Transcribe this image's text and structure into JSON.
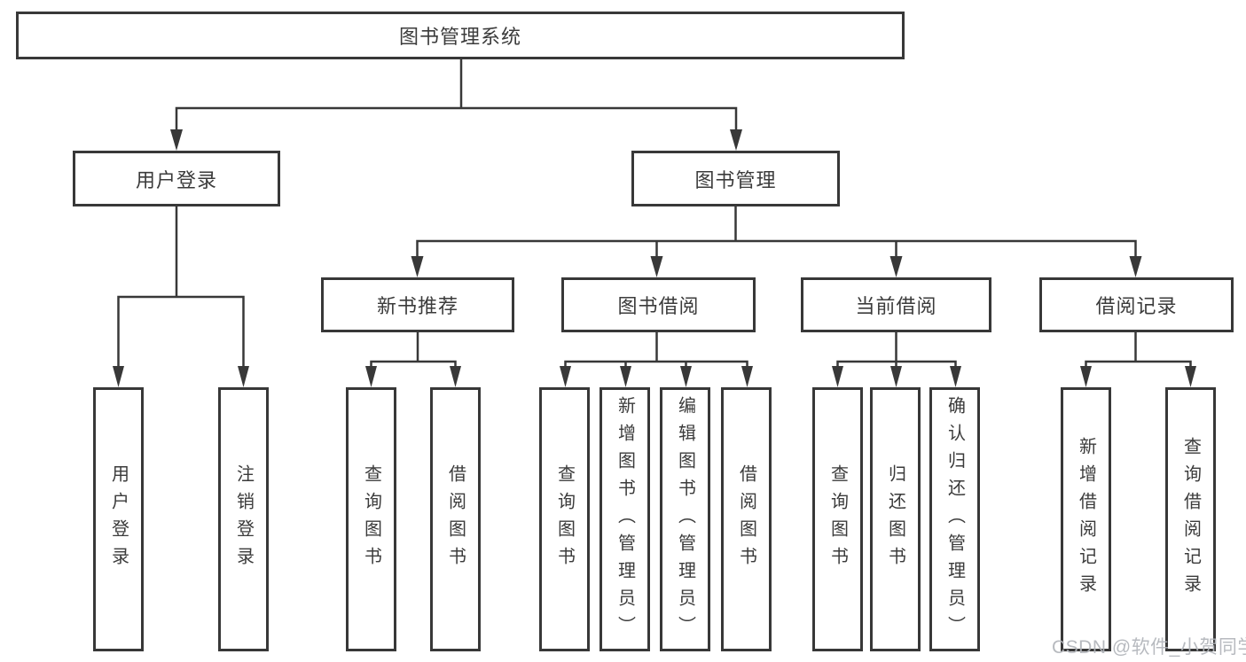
{
  "diagram": {
    "title": "图书管理系统",
    "root": {
      "label": "图书管理系统"
    },
    "level2": [
      {
        "label": "用户登录"
      },
      {
        "label": "图书管理"
      }
    ],
    "level3": [
      {
        "label": "新书推荐"
      },
      {
        "label": "图书借阅"
      },
      {
        "label": "当前借阅"
      },
      {
        "label": "借阅记录"
      }
    ],
    "leaves": [
      {
        "label": "用户登录"
      },
      {
        "label": "注销登录"
      },
      {
        "label": "查询图书"
      },
      {
        "label": "借阅图书"
      },
      {
        "label": "查询图书"
      },
      {
        "label": "新增图书（管理员）"
      },
      {
        "label": "编辑图书（管理员）"
      },
      {
        "label": "借阅图书"
      },
      {
        "label": "查询图书"
      },
      {
        "label": "归还图书"
      },
      {
        "label": "确认归还（管理员）"
      },
      {
        "label": "新增借阅记录"
      },
      {
        "label": "查询借阅记录"
      }
    ]
  },
  "watermark": {
    "text": "CSDN @软件_小贺同学"
  },
  "colors": {
    "line": "#383838",
    "box_border": "#383838",
    "text": "#3b3b3b",
    "background": "#ffffff",
    "watermark": "#b1b4ba"
  }
}
